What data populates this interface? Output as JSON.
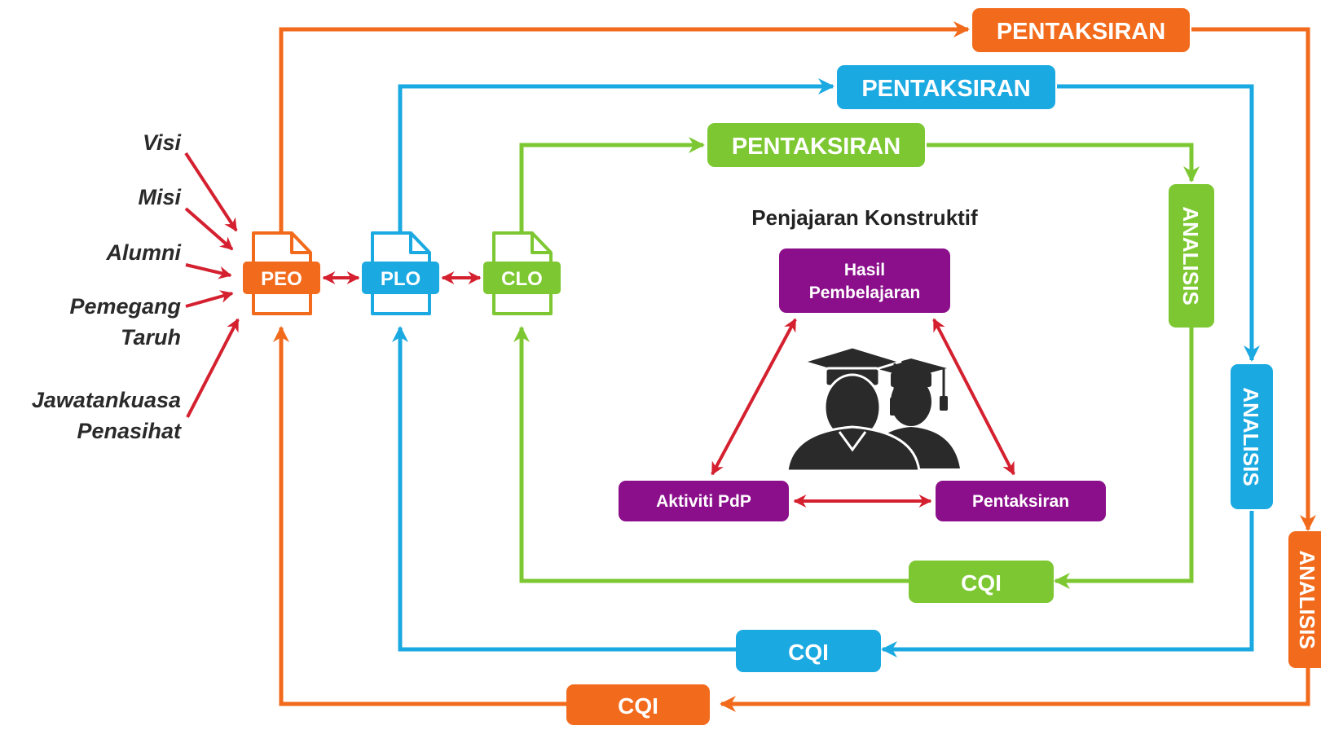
{
  "colors": {
    "peo": "#f26a1b",
    "plo": "#1ba9e1",
    "clo": "#7dc832",
    "purple": "#8b0f8b",
    "red_arrow": "#d4202f",
    "text_dark": "#2a2a2a"
  },
  "inputs": {
    "visi": "Visi",
    "misi": "Misi",
    "alumni": "Alumni",
    "pemegang_line1": "Pemegang",
    "pemegang_line2": "Taruh",
    "jawatankuasa_line1": "Jawatankuasa",
    "jawatankuasa_line2": "Penasihat"
  },
  "documents": {
    "peo": "PEO",
    "plo": "PLO",
    "clo": "CLO"
  },
  "loops": {
    "outer": {
      "assessment": "PENTAKSIRAN",
      "analysis": "ANALISIS",
      "cqi": "CQI"
    },
    "middle": {
      "assessment": "PENTAKSIRAN",
      "analysis": "ANALISIS",
      "cqi": "CQI"
    },
    "inner": {
      "assessment": "PENTAKSIRAN",
      "analysis": "ANALISIS",
      "cqi": "CQI"
    }
  },
  "alignment": {
    "title": "Penjajaran Konstruktif",
    "outcome_line1": "Hasil",
    "outcome_line2": "Pembelajaran",
    "activity": "Aktiviti PdP",
    "assessment": "Pentaksiran"
  },
  "icons": {
    "graduates": "graduates-icon",
    "document": "document-icon"
  }
}
